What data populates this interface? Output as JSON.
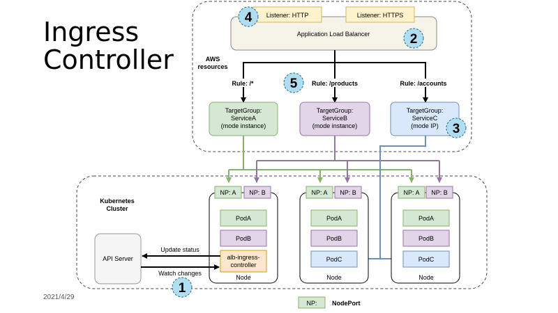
{
  "slide": {
    "title_line1": "Ingress",
    "title_line2": "Controller",
    "date": "2021/4/29"
  },
  "aws": {
    "label_line1": "AWS",
    "label_line2": "resources",
    "alb_label": "Application Load Balancer",
    "listener_http": "Listener: HTTP",
    "listener_https": "Listener: HTTPS",
    "rules": [
      "Rule: /*",
      "Rule: /products",
      "Rule: /accounts"
    ],
    "target_groups": [
      {
        "line1": "TargetGroup:",
        "line2": "ServiceA",
        "line3": "(mode instance)"
      },
      {
        "line1": "TargetGroup:",
        "line2": "ServiceB",
        "line3": "(mode instance)"
      },
      {
        "line1": "TargetGroup:",
        "line2": "ServiceC",
        "line3": "(mode IP)"
      }
    ]
  },
  "k8s": {
    "label_line1": "Kubernetes",
    "label_line2": "Cluster",
    "api_server": "API Server",
    "update_status": "Update status",
    "watch_changes": "Watch changes",
    "nodeport_a": "NP: A",
    "nodeport_b": "NP: B",
    "pod_a": "PodA",
    "pod_b": "PodB",
    "pod_c": "PodC",
    "controller_line1": "alb-ingress-",
    "controller_line2": "controller",
    "node_label": "Node"
  },
  "badges": [
    "1",
    "2",
    "3",
    "4",
    "5"
  ],
  "legend": {
    "key": "NP:",
    "value": "NodePort"
  },
  "colors": {
    "green_fill": "#d5e8d4",
    "green_stroke": "#82b366",
    "purple_fill": "#e1d5e7",
    "purple_stroke": "#9673a6",
    "blue_fill": "#dae8fc",
    "blue_stroke": "#6c8ebf",
    "yellow_fill": "#fff2cc",
    "yellow_stroke": "#d6b656",
    "orange_fill": "#ffe6cc",
    "orange_stroke": "#d79b00",
    "badge_fill": "#b1ddf0",
    "badge_stroke": "#10739e"
  }
}
